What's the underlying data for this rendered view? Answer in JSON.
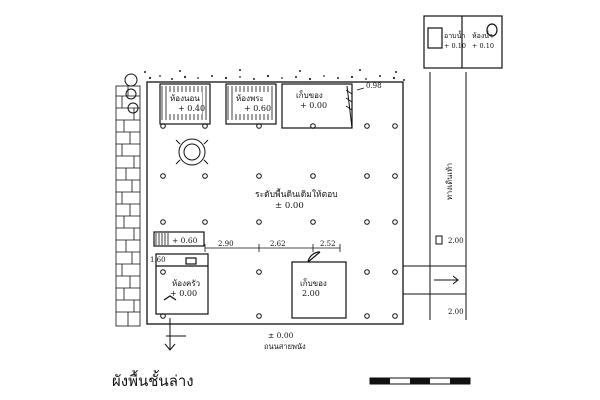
{
  "drawing": {
    "title": "ผังพื้นชั้นล่าง",
    "main_label": "ระดับพื้นดินเดิมให้ตอบ",
    "main_level": "± 0.00",
    "road_label": "ถนนสายพนัง",
    "road_level": "± 0.00",
    "side_path_label": "ทางเดินเท้า",
    "side_level_1": "2.00",
    "side_level_2": "2.00",
    "corner_dim": "0.98",
    "rooms": [
      {
        "label": "ห้องนอน",
        "level": "+ 0.40"
      },
      {
        "label": "ห้องพระ",
        "level": "+ 0.60"
      },
      {
        "label": "เก็บของ",
        "level": "+ 0.00"
      },
      {
        "label": "",
        "level": "+ 0.60"
      },
      {
        "label": "ห้องครัว",
        "level": "+ 0.00"
      },
      {
        "label": "เก็บของ",
        "level": "2.00"
      }
    ],
    "annex": [
      {
        "label": "อาบน้ำ",
        "level": "+ 0.10"
      },
      {
        "label": "ห้องน้ำ",
        "level": "+ 0.10"
      }
    ],
    "dims": [
      "2.90",
      "2.62",
      "2.52"
    ],
    "left_dim": "1.60"
  }
}
